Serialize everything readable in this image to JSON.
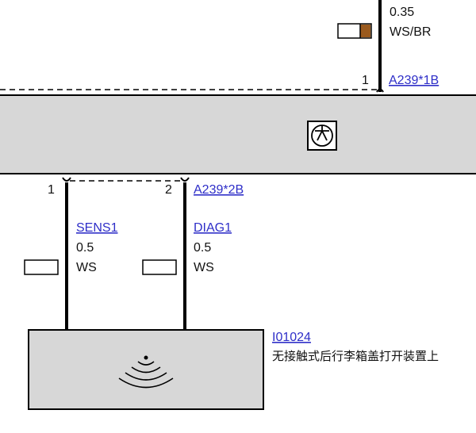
{
  "top_wire": {
    "size": "0.35",
    "color": "WS/BR",
    "pin": "1",
    "connector": "A239*1B",
    "color_swatch": [
      "#ffffff",
      "#9a5a1e"
    ]
  },
  "module": {
    "icon": "transistor-symbol-icon"
  },
  "bottom_connector": {
    "name": "A239*2B",
    "pins": [
      {
        "pin": "1",
        "signal": "SENS1",
        "size": "0.5",
        "color": "WS"
      },
      {
        "pin": "2",
        "signal": "DIAG1",
        "size": "0.5",
        "color": "WS"
      }
    ]
  },
  "sensor": {
    "code": "I01024",
    "description": "无接触式后行李箱盖打开装置上",
    "icon": "proximity-sensor-wave-icon"
  },
  "colors": {
    "box_fill": "#d7d7d7",
    "wire": "#000000",
    "link": "#2e2ec8"
  }
}
